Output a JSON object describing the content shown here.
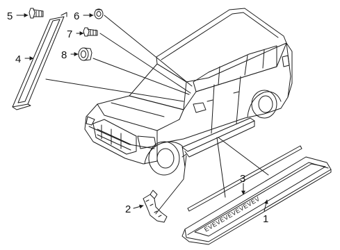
{
  "diagram": {
    "colors": {
      "ink": "#1a1a1a",
      "background": "#ffffff"
    },
    "callouts": [
      {
        "id": "1",
        "label": "1"
      },
      {
        "id": "2",
        "label": "2"
      },
      {
        "id": "3",
        "label": "3"
      },
      {
        "id": "4",
        "label": "4"
      },
      {
        "id": "5",
        "label": "5"
      },
      {
        "id": "6",
        "label": "6"
      },
      {
        "id": "7",
        "label": "7"
      },
      {
        "id": "8",
        "label": "8"
      }
    ],
    "running_board_pattern": "EVEVEVEVEVEVEV"
  }
}
